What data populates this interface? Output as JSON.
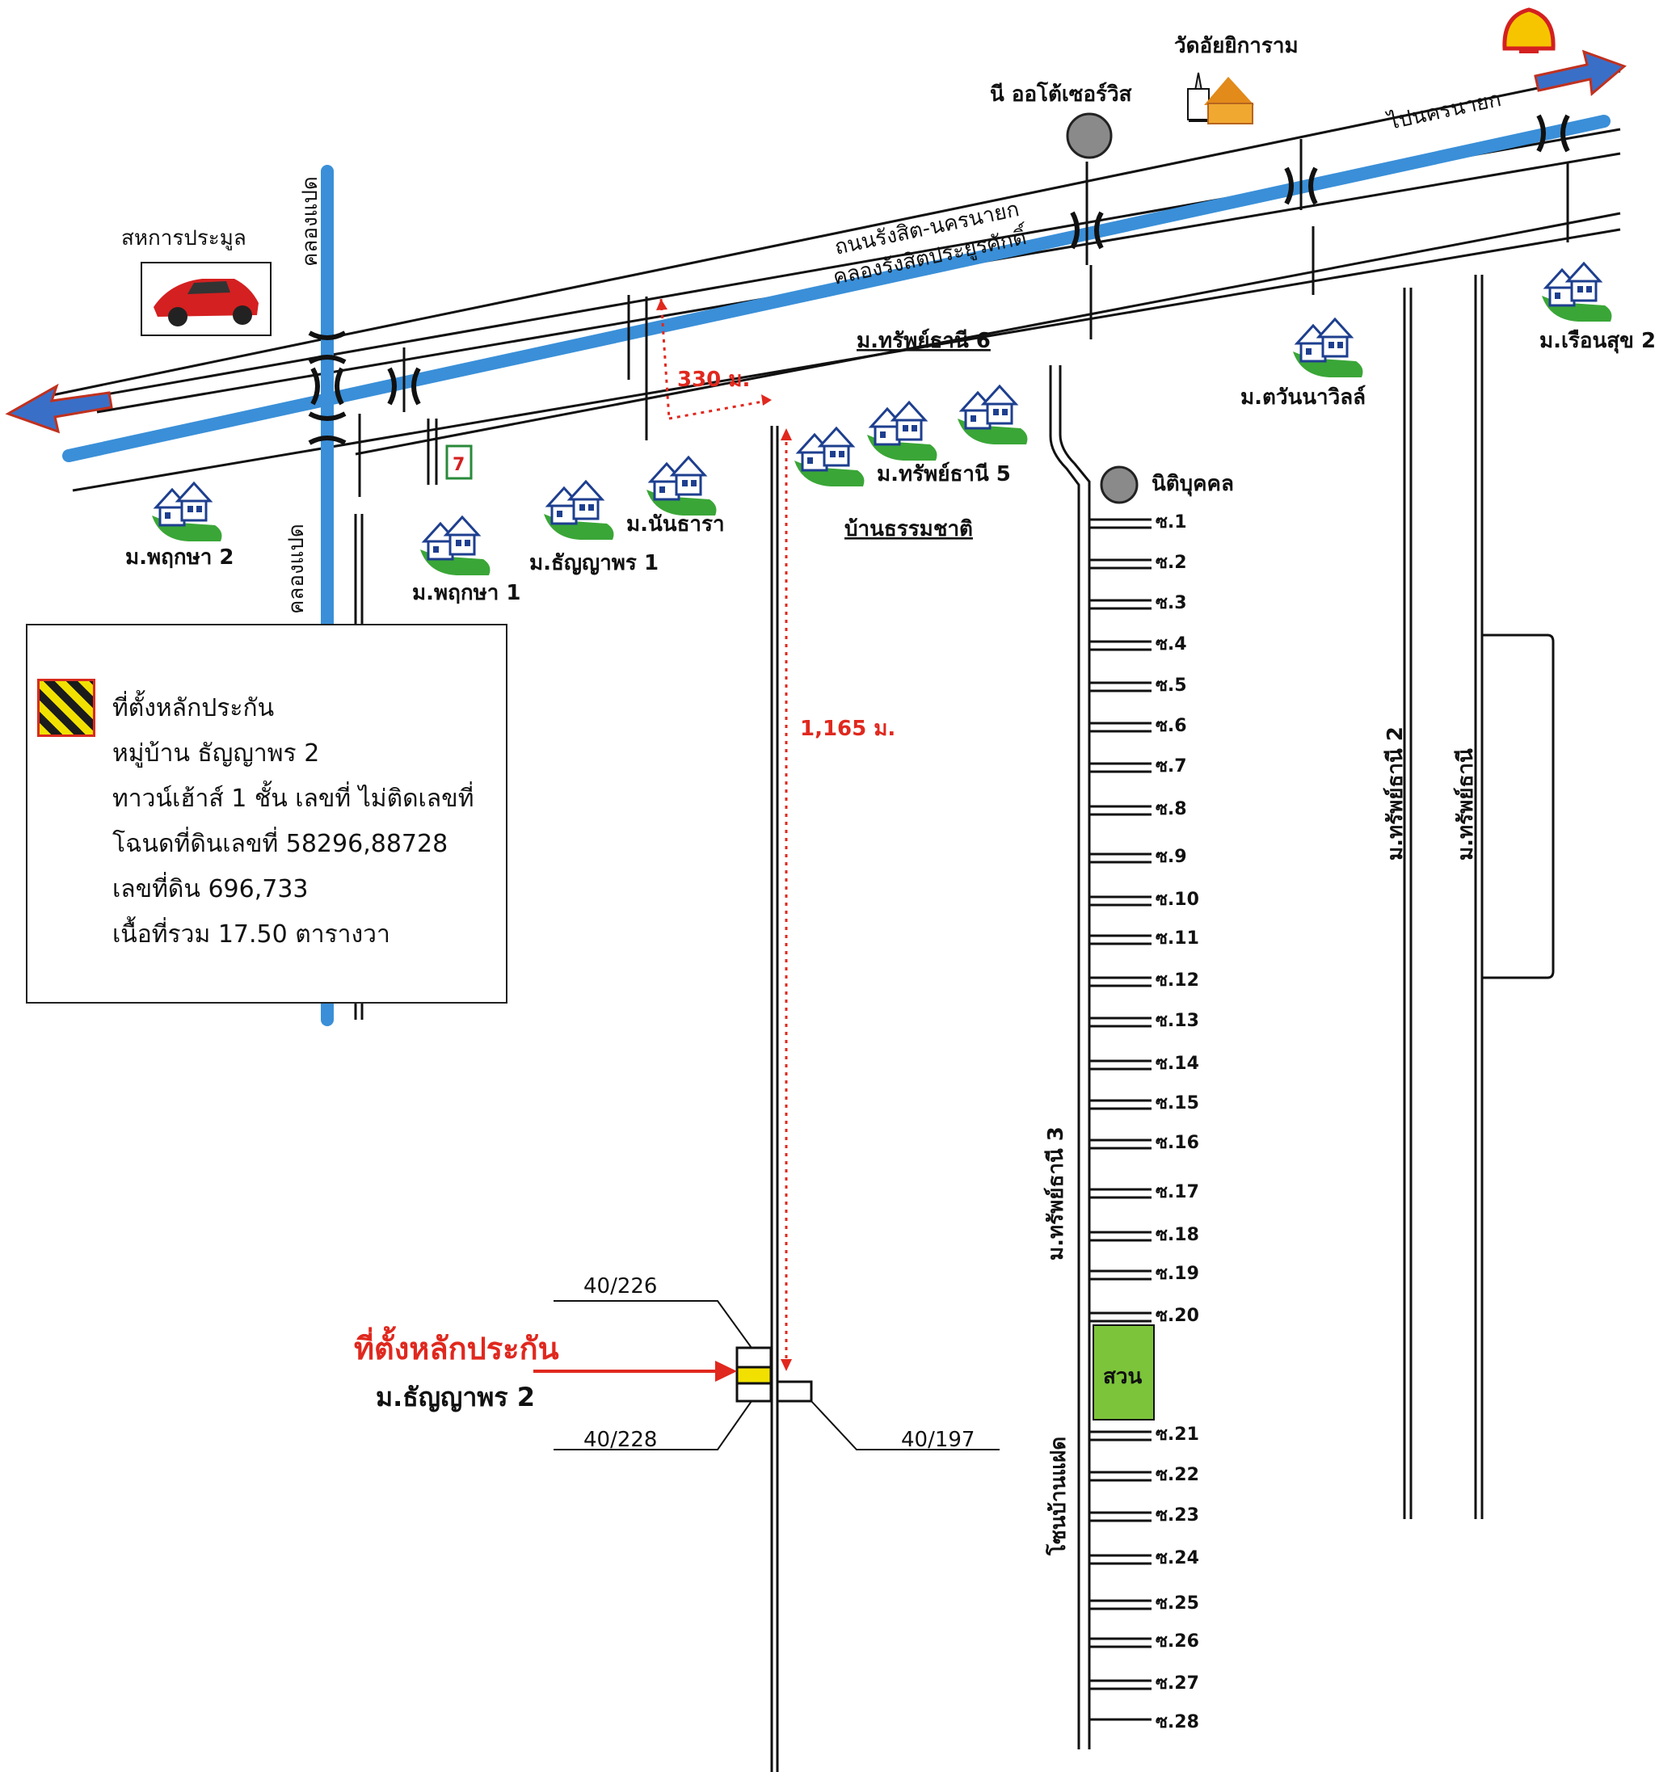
{
  "map": {
    "main_road": "ถนนรังสิต-นครนายก",
    "canal": "คลองรังสิตประยูรศักดิ์",
    "direction_east": "ไปนครนายก",
    "khlong_north": "คลองแปด",
    "khlong_south": "คลองแปด",
    "landmarks": {
      "sahakarn": "สหการประมูล",
      "nee_auto": "นี ออโต้เซอร์วิส",
      "temple": "วัดอัยยิการาม",
      "nitibukkhon": "นิติบุคคล",
      "park": "สวน"
    },
    "villages": {
      "pruksa2": "ม.พฤกษา 2",
      "pruksa1": "ม.พฤกษา 1",
      "thanyaporn1": "ม.ธัญญาพร 1",
      "nanthara": "ม.นันธารา",
      "baan_thammachat": "บ้านธรรมชาติ",
      "sap_thani6": "ม.ทรัพย์ธานี 6",
      "sap_thani5": "ม.ทรัพย์ธานี 5",
      "tawanna": "ม.ตวันนาวิลล์",
      "ruensuk2": "ม.เรือนสุข 2",
      "sap_thani3": "ม.ทรัพย์ธานี 3",
      "sap_thani2": "ม.ทรัพย์ธานี 2",
      "sap_thani": "ม.ทรัพย์ธานี",
      "zone_twin": "โซนบ้านแฝด"
    },
    "distances": {
      "d330": "330 ม.",
      "d1165": "1,165 ม."
    },
    "collateral": {
      "title": "ที่ตั้งหลักประกัน",
      "village": "ม.ธัญญาพร 2",
      "neighbor_n": "40/226",
      "neighbor_s": "40/228",
      "neighbor_e": "40/197"
    },
    "sois": [
      "ซ.1",
      "ซ.2",
      "ซ.3",
      "ซ.4",
      "ซ.5",
      "ซ.6",
      "ซ.7",
      "ซ.8",
      "ซ.9",
      "ซ.10",
      "ซ.11",
      "ซ.12",
      "ซ.13",
      "ซ.14",
      "ซ.15",
      "ซ.16",
      "ซ.17",
      "ซ.18",
      "ซ.19",
      "ซ.20",
      "ซ.21",
      "ซ.22",
      "ซ.23",
      "ซ.24",
      "ซ.25",
      "ซ.26",
      "ซ.27",
      "ซ.28"
    ]
  },
  "legend": {
    "line1": "ที่ตั้งหลักประกัน",
    "line2": "หมู่บ้าน ธัญญาพร 2",
    "line3": "ทาวน์เฮ้าส์ 1 ชั้น เลขที่ ไม่ติดเลขที่",
    "line4": "โฉนดที่ดินเลขที่ 58296,88728",
    "line5": "เลขที่ดิน 696,733",
    "line6": "เนื้อที่รวม 17.50 ตารางวา"
  },
  "colors": {
    "canal": "#3a8fd8",
    "red": "#e0281e",
    "park": "#7cc43a",
    "legend_hatch": "#f2e100"
  }
}
